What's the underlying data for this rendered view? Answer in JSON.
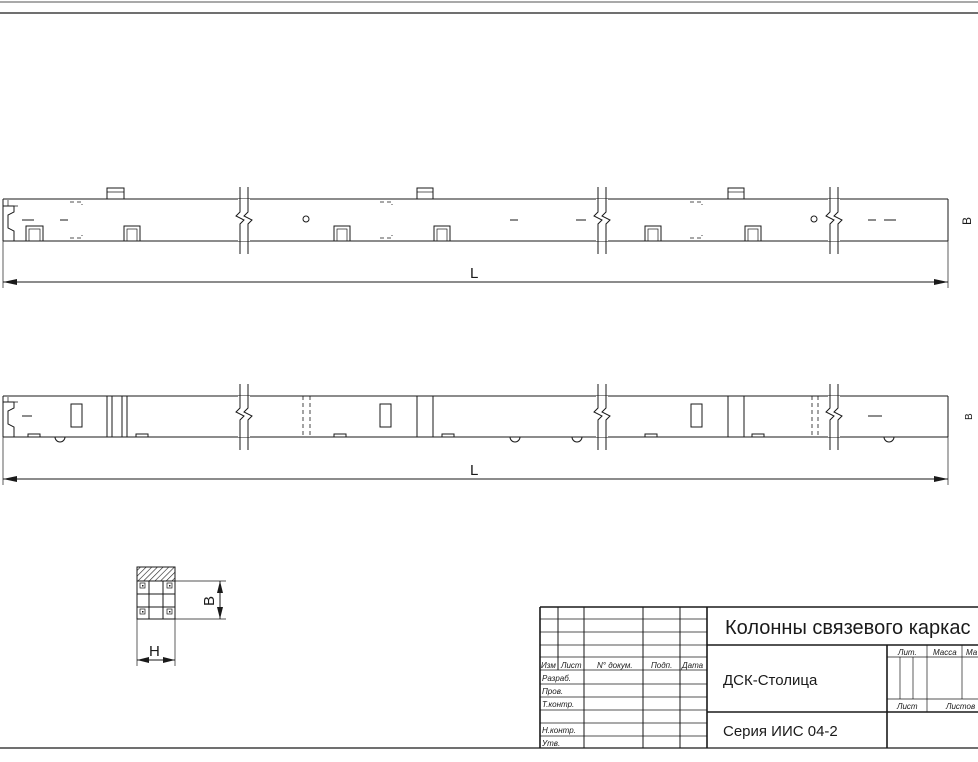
{
  "dimensions": {
    "length_label": "L",
    "height_label": "H",
    "width_label": "B"
  },
  "title_block": {
    "drawing_title": "Колонны связевого каркас",
    "organization": "ДСК-Столица",
    "series": "Серия ИИС 04-2",
    "columns": {
      "change": "Изм",
      "sheet": "Лист",
      "doc_number": "N° докум.",
      "signature": "Подп.",
      "date": "Дата"
    },
    "roles": {
      "developed": "Разраб.",
      "checked": "Пров.",
      "tech_control": "Т.контр.",
      "norm_control": "Н.контр.",
      "approved": "Утв."
    },
    "fields": {
      "letter": "Лит.",
      "mass": "Масса",
      "scale": "Ма",
      "sheet": "Лист",
      "sheets": "Листов"
    }
  },
  "edge_marks": {
    "top_view": "В",
    "bottom_view": "В"
  }
}
